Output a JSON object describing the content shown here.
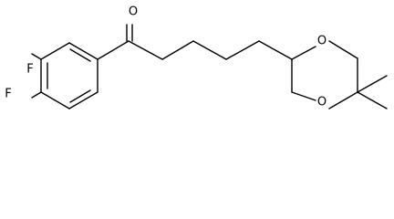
{
  "molecule": {
    "atoms": {
      "carbonyl_oxygen": "O",
      "ring_oxygen_top": "O",
      "ring_oxygen_bottom": "O",
      "fluorine_top": "F",
      "fluorine_bottom": "F"
    },
    "colors": {
      "bond": "#000000",
      "label": "#000000",
      "background": "#ffffff"
    }
  }
}
